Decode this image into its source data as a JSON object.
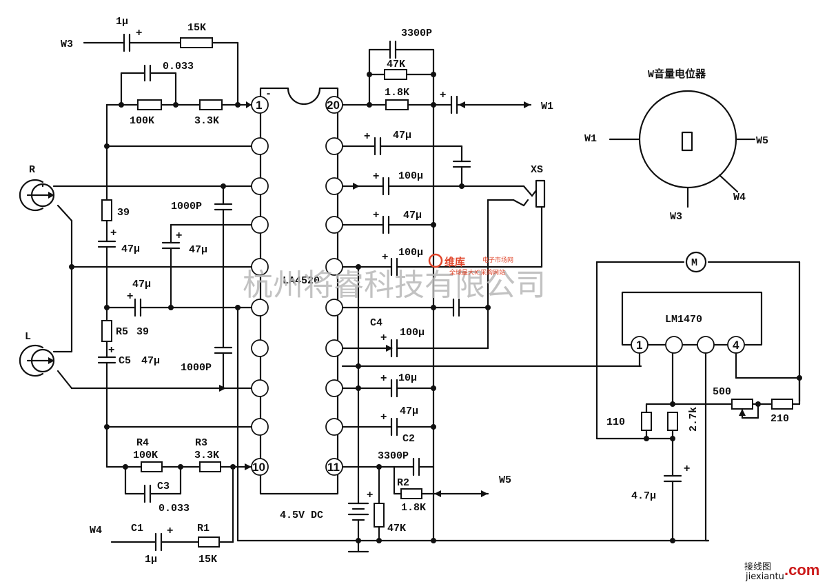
{
  "ic_main": {
    "name": "LA4520",
    "pin1": "1",
    "pin10": "10",
    "pin11": "11",
    "pin20": "20",
    "notch": "-"
  },
  "ic_motor": {
    "name": "LM1470",
    "pin1": "1",
    "pin4": "4"
  },
  "pot": {
    "title": "W音量电位器",
    "W1": "W1",
    "W3": "W3",
    "W4": "W4",
    "W5": "W5"
  },
  "terminals": {
    "W1": "W1",
    "W3": "W3",
    "W4": "W4",
    "W5": "W5",
    "R": "R",
    "L": "L",
    "XS": "XS",
    "M": "M"
  },
  "labels": {
    "cap_w3": "1μ",
    "res_w3": "15K",
    "cap_0033_top": "0.033",
    "res_100k_top": "100K",
    "res_3k3_top": "3.3K",
    "cap_3300p_top": "3300P",
    "res_47k_top": "47K",
    "res_1k8_top": "1.8K",
    "cap_47u_r1": "47μ",
    "cap_100u_r1": "100μ",
    "cap_47u_r2": "47μ",
    "cap_100u_r2": "100μ",
    "res_39_top": "39",
    "cap_47u_left1": "47μ",
    "cap_1000p_a": "1000P",
    "cap_47u_mid": "47μ",
    "cap_47u_pin": "47μ",
    "r5": "R5",
    "res_39_bot": "39",
    "c5": "C5",
    "cap_47u_c5": "47μ",
    "cap_1000p_b": "1000P",
    "c4": "C4",
    "cap_100u_c4": "100μ",
    "cap_10u": "10μ",
    "cap_47u_c2": "47μ",
    "c2": "C2",
    "r4": "R4",
    "res_100k_bot": "100K",
    "r3": "R3",
    "res_3k3_bot": "3.3K",
    "c3": "C3",
    "cap_0033_bot": "0.033",
    "c1": "C1",
    "cap_1u_bot": "1μ",
    "r1": "R1",
    "res_15k_bot": "15K",
    "cap_3300p_bot": "3300P",
    "r2": "R2",
    "res_1k8_bot": "1.8K",
    "supply": "4.5V DC",
    "res_47k_bot": "47K",
    "res_500": "500",
    "res_210": "210",
    "res_110": "110",
    "res_2k7": "2.7k",
    "cap_4u7": "4.7μ",
    "plus": "+"
  },
  "watermark": {
    "text": "杭州将睿科技有限公司",
    "logo_main": "维库",
    "logo_sub": "电子市场网",
    "logo_line": "全球最大IC采购网站"
  },
  "corner_logo": {
    "text": "接线图",
    "url_text": "jiexiantu",
    "com": ".com"
  },
  "colors": {
    "ink": "#111111",
    "watermark": "#b8b8b8",
    "logo": "#e0452a",
    "com": "#cc1a1a"
  }
}
